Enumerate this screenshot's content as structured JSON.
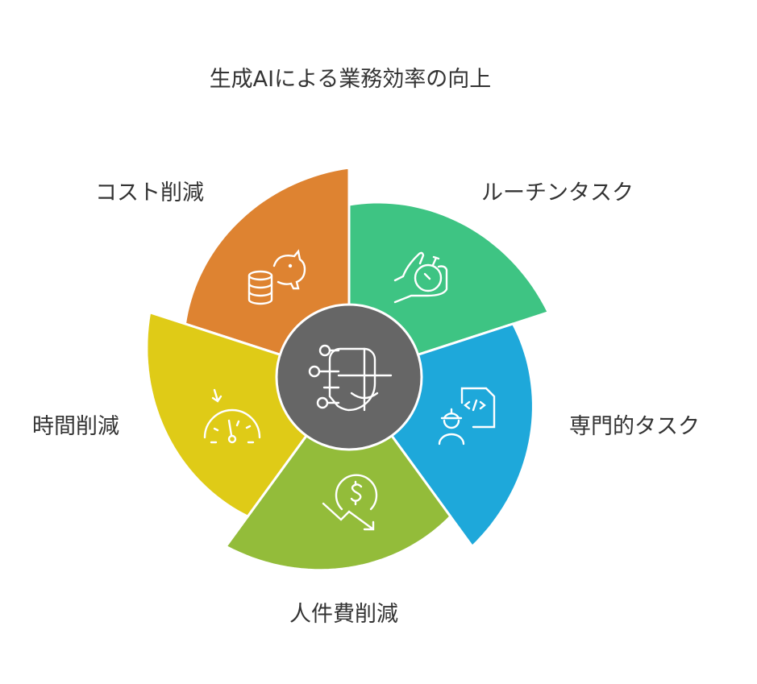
{
  "title": "生成AIによる業務効率の向上",
  "center": {
    "color": "#666666",
    "icon": "ai-face-circuit-icon"
  },
  "segments": [
    {
      "label": "コスト削減",
      "color": "#DE8331",
      "icon": "piggy-bank-coins-icon"
    },
    {
      "label": "ルーチンタスク",
      "color": "#3EC483",
      "icon": "hand-stopwatch-icon"
    },
    {
      "label": "専門的タスク",
      "color": "#1EA8DA",
      "icon": "engineer-code-icon"
    },
    {
      "label": "人件費削減",
      "color": "#93BC3A",
      "icon": "dollar-down-trend-icon"
    },
    {
      "label": "時間削減",
      "color": "#DFCB17",
      "icon": "speedometer-icon"
    }
  ]
}
